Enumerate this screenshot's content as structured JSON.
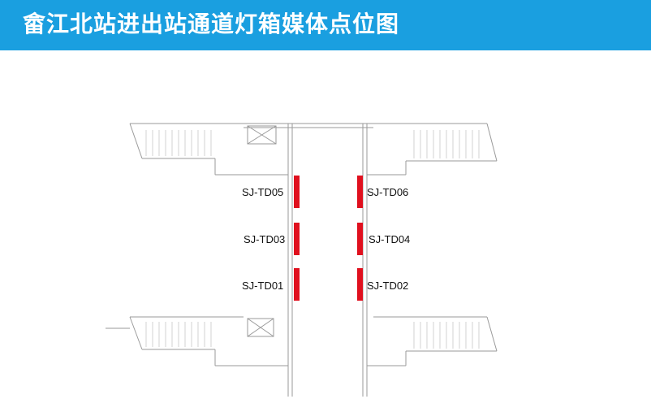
{
  "header": {
    "title": "畲江北站进出站通道灯箱媒体点位图",
    "background_color": "#1a9fe0",
    "text_color": "#ffffff"
  },
  "plan": {
    "marker_color": "#e0101e",
    "points": [
      {
        "id": "td05",
        "label": "SJ-TD05"
      },
      {
        "id": "td06",
        "label": "SJ-TD06"
      },
      {
        "id": "td03",
        "label": "SJ-TD03"
      },
      {
        "id": "td04",
        "label": "SJ-TD04"
      },
      {
        "id": "td01",
        "label": "SJ-TD01"
      },
      {
        "id": "td02",
        "label": "SJ-TD02"
      }
    ]
  }
}
